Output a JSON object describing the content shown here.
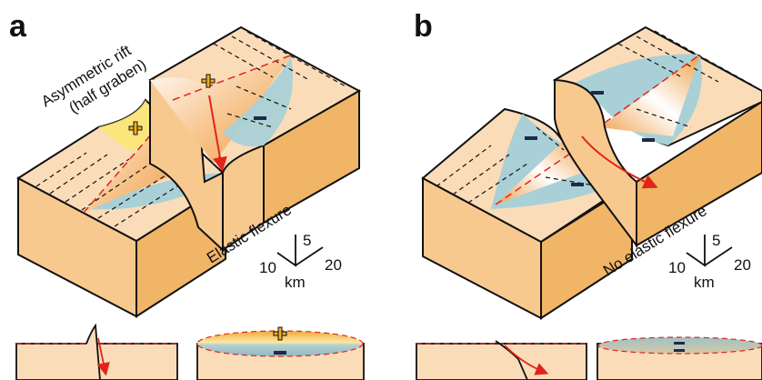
{
  "panels": [
    {
      "letter": "a",
      "title_line1": "Asymmetric rift",
      "title_line2": "(half graben)",
      "flexure_label": "Elastic flexure",
      "scale": {
        "x": "10",
        "y": "5",
        "z": "20",
        "unit": "km"
      }
    },
    {
      "letter": "b",
      "flexure_label": "No elastic flexure",
      "scale": {
        "x": "10",
        "y": "5",
        "z": "20",
        "unit": "km"
      }
    }
  ],
  "symbols": {
    "uplift": "+",
    "subsidence": "−"
  },
  "colors": {
    "block_top": "#fadcb8",
    "block_side_light": "#f8c98f",
    "block_side_dark": "#f1b567",
    "uplift_fill": "#fbe777",
    "subsidence_fill": "#a9d0d6",
    "fault": "#e0241c",
    "basin_orange": "#f0a450",
    "plus_fill": "#f1b020"
  }
}
